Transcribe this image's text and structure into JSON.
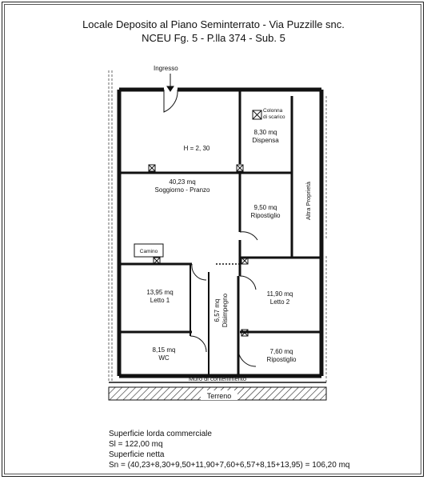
{
  "title": {
    "line1": "Locale Deposito al Piano Seminterrato - Via Puzzille snc.",
    "line2": "NCEU Fg. 5 - P.lla 374 - Sub. 5"
  },
  "labels": {
    "ingresso": "Ingresso",
    "colonna_line1": "Colonna",
    "colonna_line2": "di scarico",
    "height": "H = 2, 30",
    "altra_proprieta": "Altra Proprietà",
    "camino": "Camino",
    "muro": "Muro di contenimento",
    "terreno": "Terreno"
  },
  "rooms": [
    {
      "area": "8,30 mq",
      "name": "Dispensa"
    },
    {
      "area": "40,23 mq",
      "name": "Soggiorno - Pranzo"
    },
    {
      "area": "9,50 mq",
      "name": "Ripostiglio"
    },
    {
      "area": "13,95 mq",
      "name": "Letto 1"
    },
    {
      "area": "6,57 mq",
      "name": "Disimpegno"
    },
    {
      "area": "11,90 mq",
      "name": "Letto 2"
    },
    {
      "area": "8,15 mq",
      "name": "WC"
    },
    {
      "area": "7,60 mq",
      "name": "Ripostiglio"
    }
  ],
  "summary": {
    "line1": "Superficie lorda commerciale",
    "line2": "Sl = 122,00 mq",
    "line3": "Superficie netta",
    "line4": "Sn = (40,23+8,30+9,50+11,90+7,60+6,57+8,15+13,95) = 106,20 mq"
  }
}
